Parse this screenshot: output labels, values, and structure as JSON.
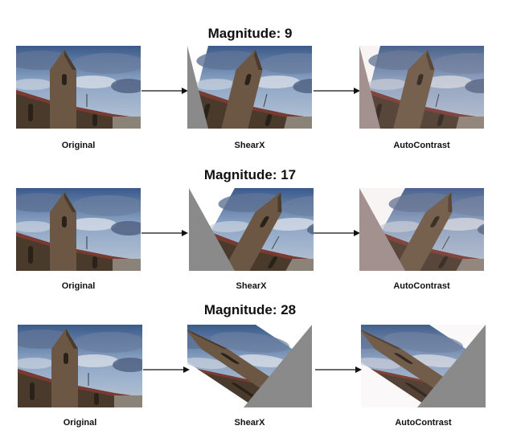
{
  "rows": [
    {
      "title": "Magnitude: 9",
      "captions": [
        "Original",
        "ShearX",
        "AutoContrast"
      ]
    },
    {
      "title": "Magnitude: 17",
      "captions": [
        "Original",
        "ShearX",
        "AutoContrast"
      ]
    },
    {
      "title": "Magnitude: 28",
      "captions": [
        "Original",
        "ShearX",
        "AutoContrast"
      ]
    }
  ],
  "colors": {
    "fill_gray": "#8a8a8a",
    "fill_autocontrast": "#a2918e",
    "arrow": "#111111"
  },
  "icons": {
    "arrow": "right-arrow-icon"
  }
}
